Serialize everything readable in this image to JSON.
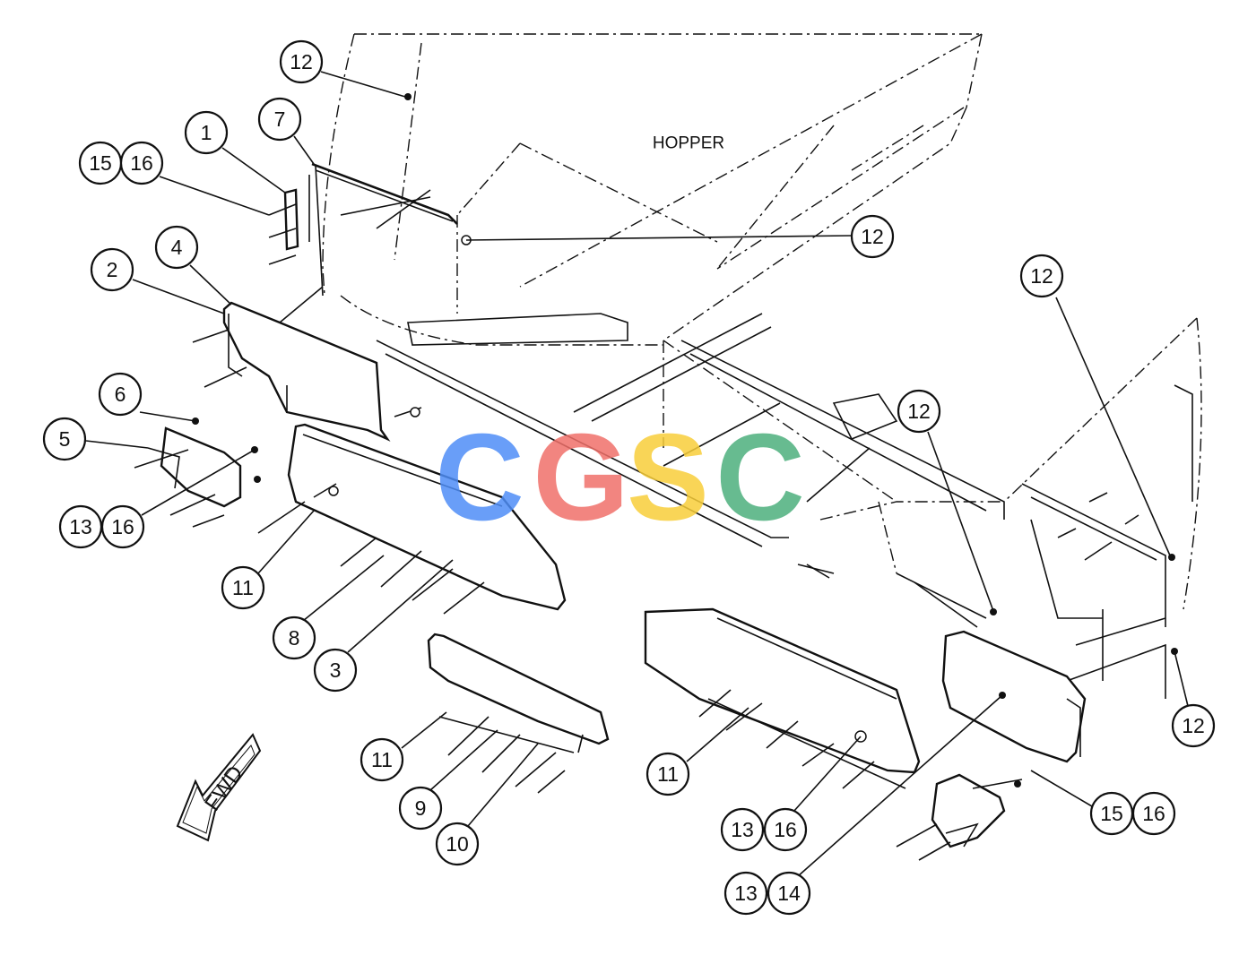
{
  "labels": {
    "hopper": "HOPPER",
    "fwd": "FWD",
    "watermark": {
      "letters": [
        "C",
        "G",
        "S",
        "C"
      ],
      "colors": [
        "#4F8EF7",
        "#F0706A",
        "#F8CE3A",
        "#4DB07D"
      ]
    }
  },
  "callouts": [
    {
      "id": "c12a",
      "num": "12"
    },
    {
      "id": "c7",
      "num": "7"
    },
    {
      "id": "c1",
      "num": "1"
    },
    {
      "id": "c15a",
      "num": "15"
    },
    {
      "id": "c16a",
      "num": "16"
    },
    {
      "id": "c12b",
      "num": "12"
    },
    {
      "id": "c4",
      "num": "4"
    },
    {
      "id": "c2",
      "num": "2"
    },
    {
      "id": "c12c",
      "num": "12"
    },
    {
      "id": "c6",
      "num": "6"
    },
    {
      "id": "c5",
      "num": "5"
    },
    {
      "id": "c12d",
      "num": "12"
    },
    {
      "id": "c13a",
      "num": "13"
    },
    {
      "id": "c16b",
      "num": "16"
    },
    {
      "id": "c11a",
      "num": "11"
    },
    {
      "id": "c8",
      "num": "8"
    },
    {
      "id": "c3",
      "num": "3"
    },
    {
      "id": "c12e",
      "num": "12"
    },
    {
      "id": "c11b",
      "num": "11"
    },
    {
      "id": "c11c",
      "num": "11"
    },
    {
      "id": "c9",
      "num": "9"
    },
    {
      "id": "c10",
      "num": "10"
    },
    {
      "id": "c15b",
      "num": "15"
    },
    {
      "id": "c16c",
      "num": "16"
    },
    {
      "id": "c13b",
      "num": "13"
    },
    {
      "id": "c16d",
      "num": "16"
    },
    {
      "id": "c13c",
      "num": "13"
    },
    {
      "id": "c14",
      "num": "14"
    }
  ]
}
